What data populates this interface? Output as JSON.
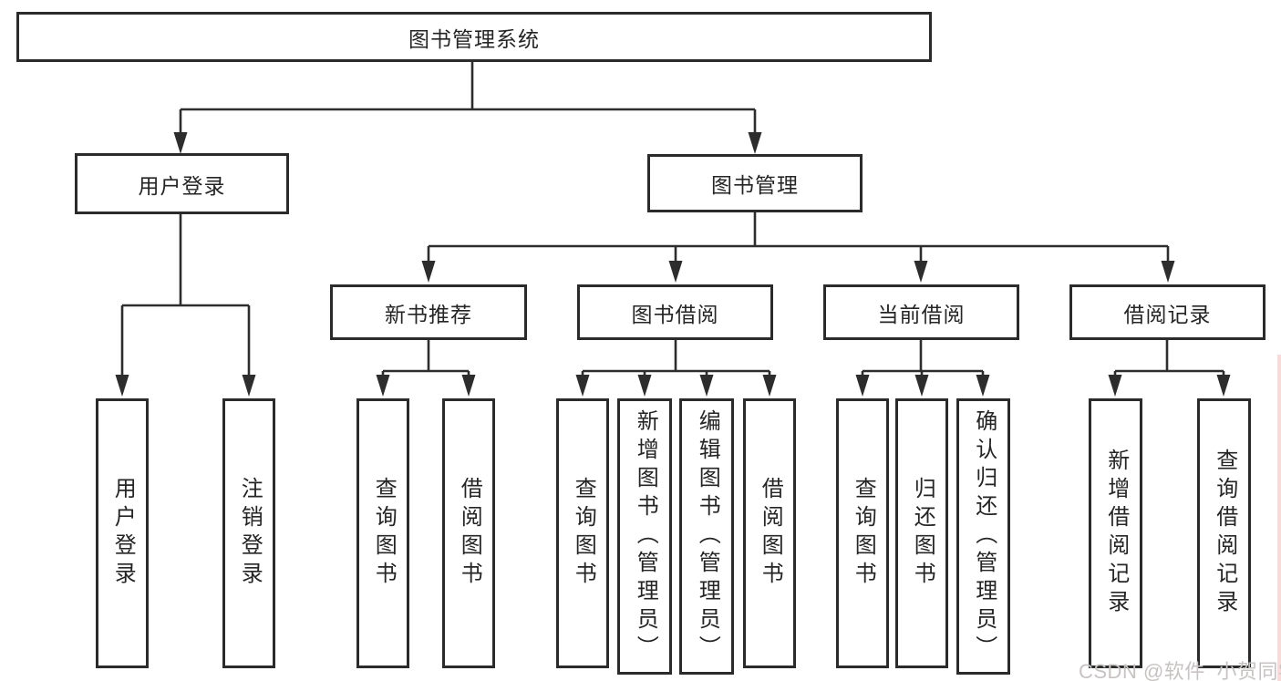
{
  "tree": {
    "label": "图书管理系统",
    "children": [
      {
        "label": "用户登录",
        "children": [
          {
            "label": "用户登录"
          },
          {
            "label": "注销登录"
          }
        ]
      },
      {
        "label": "图书管理",
        "children": [
          {
            "label": "新书推荐",
            "children": [
              {
                "label": "查询图书"
              },
              {
                "label": "借阅图书"
              }
            ]
          },
          {
            "label": "图书借阅",
            "children": [
              {
                "label": "查询图书"
              },
              {
                "label": "新增图书（管理员）"
              },
              {
                "label": "编辑图书（管理员）"
              },
              {
                "label": "借阅图书"
              }
            ]
          },
          {
            "label": "当前借阅",
            "children": [
              {
                "label": "查询图书"
              },
              {
                "label": "归还图书"
              },
              {
                "label": "确认归还（管理员）"
              }
            ]
          },
          {
            "label": "借阅记录",
            "children": [
              {
                "label": "新增借阅记录"
              },
              {
                "label": "查询借阅记录"
              }
            ]
          }
        ]
      }
    ]
  },
  "watermark": {
    "text": "CSDN @软件_小贺同学"
  },
  "colors": {
    "background": "#ffffff",
    "line": "#2d2d2d",
    "box_border": "#2b2b2b",
    "text": "#252525",
    "watermark_text": "#c8c3c3",
    "right_edge_strip": "#f3c6c6"
  }
}
